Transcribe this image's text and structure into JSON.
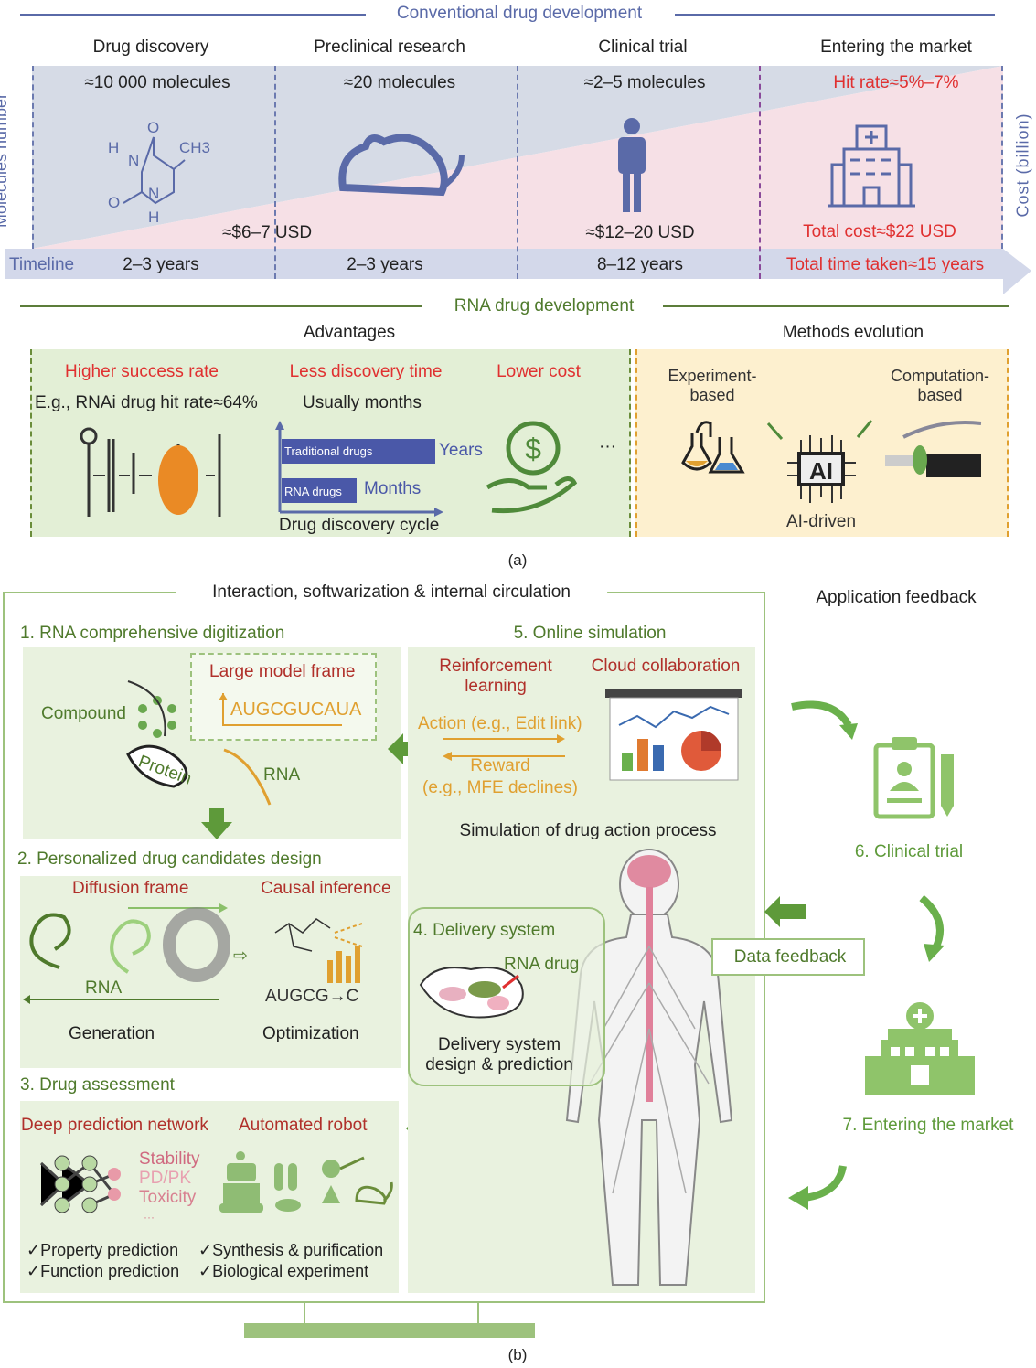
{
  "conventional": {
    "title": "Conventional drug development",
    "stages": [
      "Drug discovery",
      "Preclinical research",
      "Clinical trial",
      "Entering the market"
    ],
    "molecules": [
      "≈10 000 molecules",
      "≈20 molecules",
      "≈2–5 molecules"
    ],
    "hit_rate": "Hit rate≈5%–7%",
    "costs": [
      "≈$6–7 USD",
      "≈$12–20 USD"
    ],
    "total_cost": "Total cost≈$22 USD",
    "timeline_label": "Timeline",
    "durations": [
      "2–3 years",
      "2–3 years",
      "8–12 years"
    ],
    "total_time": "Total time taken≈15 years",
    "y_left": "Molecules number",
    "y_right": "Cost (billion)",
    "chem": {
      "o1": "O",
      "h": "H",
      "n1": "N",
      "ch3": "CH3",
      "o2": "O",
      "n2": "N",
      "h2": "H"
    }
  },
  "rna": {
    "title": "RNA drug development",
    "advantages_title": "Advantages",
    "methods_title": "Methods evolution",
    "adv": [
      "Higher success rate",
      "Less discovery time",
      "Lower cost"
    ],
    "hit": "E.g., RNAi drug hit rate≈64%",
    "months": "Usually months",
    "bars": {
      "trad": "Traditional drugs",
      "years": "Years",
      "rna": "RNA drugs",
      "months": "Months",
      "axis": "Drug discovery cycle"
    },
    "ellipsis": "···",
    "methods": {
      "exp": "Experiment-\nbased",
      "comp": "Computation-\nbased",
      "ai_chip": "AI",
      "ai": "AI-driven"
    }
  },
  "caption_a": "(a)",
  "b": {
    "frame_title": "Interaction, softwarization & internal circulation",
    "app_feedback": "Application feedback",
    "s1": {
      "title": "1. RNA comprehensive digitization",
      "lmf": "Large model frame",
      "seq": "AUGCGUCAUA",
      "compound": "Compound",
      "protein": "Protein",
      "rna": "RNA"
    },
    "s2": {
      "title": "2. Personalized drug candidates design",
      "diffusion": "Diffusion frame",
      "causal": "Causal inference",
      "rna": "RNA",
      "seq": "AUGCG→C",
      "gen": "Generation",
      "opt": "Optimization"
    },
    "s3": {
      "title": "3. Drug assessment",
      "dpn": "Deep prediction network",
      "robot": "Automated robot",
      "props": [
        "Stability",
        "PD/PK",
        "Toxicity",
        "···"
      ],
      "checks": [
        "✓Property prediction",
        "✓Function prediction",
        "✓Synthesis & purification",
        "✓Biological experiment"
      ]
    },
    "s4": {
      "title": "4. Delivery system",
      "rna_drug": "RNA drug",
      "design": "Delivery system\ndesign & prediction"
    },
    "s5": {
      "title": "5. Online simulation",
      "rl": "Reinforcement\nlearning",
      "cloud": "Cloud collaboration",
      "action": "Action (e.g., Edit link)",
      "reward": "Reward",
      "reward_eg": "(e.g., MFE declines)",
      "sim": "Simulation of drug action process"
    },
    "s6": "6. Clinical trial",
    "s7": "7. Entering the market",
    "data_feedback": "Data feedback"
  },
  "caption_b": "(b)"
}
